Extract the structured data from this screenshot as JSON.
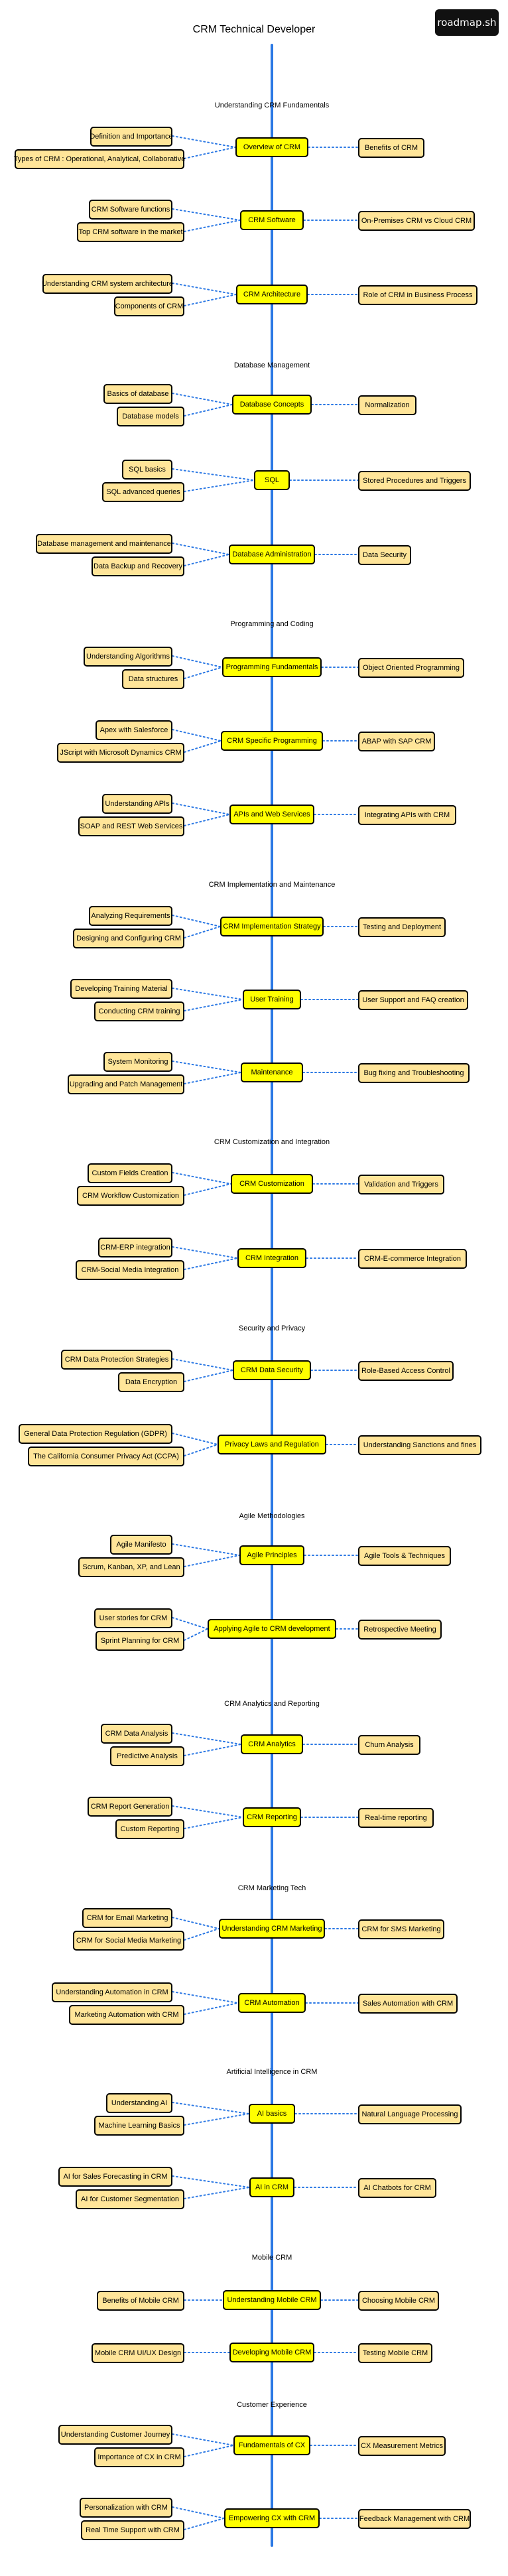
{
  "title": "CRM Technical Developer",
  "logo_text": "roadmap.sh",
  "colors": {
    "topic": "#ffff00",
    "subtopic": "#ffe599",
    "spine": "#2b78e4",
    "connector": "#2b78e4"
  },
  "sections": [
    "Understanding CRM Fundamentals",
    "Database Management",
    "Programming and Coding",
    "CRM Implementation and Maintenance",
    "CRM Customization and Integration",
    "Security and Privacy",
    "Agile Methodologies",
    "CRM Analytics and Reporting",
    "CRM Marketing Tech",
    "Artificial Intelligence in CRM",
    "Mobile CRM",
    "Customer Experience"
  ],
  "topics": [
    {
      "label": "Overview of CRM",
      "left": [
        "Definition and Importance",
        "Types of CRM : Operational, Analytical, Collaborative"
      ],
      "right": [
        "Benefits of CRM"
      ]
    },
    {
      "label": "CRM Software",
      "left": [
        "CRM Software functions",
        "Top CRM software in the market"
      ],
      "right": [
        "On-Premises CRM vs Cloud CRM"
      ]
    },
    {
      "label": "CRM Architecture",
      "left": [
        "Understanding CRM system architecture",
        "Components of CRM"
      ],
      "right": [
        "Role of CRM in Business Process"
      ]
    },
    {
      "label": "Database Concepts",
      "left": [
        "Basics of database",
        "Database models"
      ],
      "right": [
        "Normalization"
      ]
    },
    {
      "label": "SQL",
      "left": [
        "SQL basics",
        "SQL advanced queries"
      ],
      "right": [
        "Stored Procedures and Triggers"
      ]
    },
    {
      "label": "Database Administration",
      "left": [
        "Database management and maintenance",
        "Data Backup and Recovery"
      ],
      "right": [
        "Data Security"
      ]
    },
    {
      "label": "Programming Fundamentals",
      "left": [
        "Understanding Algorithms",
        "Data structures"
      ],
      "right": [
        "Object Oriented Programming"
      ]
    },
    {
      "label": "CRM Specific Programming",
      "left": [
        "Apex with Salesforce",
        "JScript with Microsoft Dynamics CRM"
      ],
      "right": [
        "ABAP with SAP CRM"
      ]
    },
    {
      "label": "APIs and Web Services",
      "left": [
        "Understanding APIs",
        "SOAP and REST Web Services"
      ],
      "right": [
        "Integrating APIs with CRM"
      ]
    },
    {
      "label": "CRM Implementation Strategy",
      "left": [
        "Analyzing Requirements",
        "Designing and Configuring CRM"
      ],
      "right": [
        "Testing and Deployment"
      ]
    },
    {
      "label": "User Training",
      "left": [
        "Developing Training Material",
        "Conducting CRM training"
      ],
      "right": [
        "User Support and FAQ creation"
      ]
    },
    {
      "label": "Maintenance",
      "left": [
        "System Monitoring",
        "Upgrading and Patch Management"
      ],
      "right": [
        "Bug fixing and Troubleshooting"
      ]
    },
    {
      "label": "CRM Customization",
      "left": [
        "Custom Fields Creation",
        "CRM Workflow Customization"
      ],
      "right": [
        "Validation and Triggers"
      ]
    },
    {
      "label": "CRM Integration",
      "left": [
        "CRM-ERP integration",
        "CRM-Social Media Integration"
      ],
      "right": [
        "CRM-E-commerce Integration"
      ]
    },
    {
      "label": "CRM Data Security",
      "left": [
        "CRM Data Protection Strategies",
        "Data Encryption"
      ],
      "right": [
        "Role-Based Access Control"
      ]
    },
    {
      "label": "Privacy Laws and Regulation",
      "left": [
        "General Data Protection Regulation (GDPR)",
        "The California Consumer Privacy Act (CCPA)"
      ],
      "right": [
        "Understanding Sanctions and fines"
      ]
    },
    {
      "label": "Agile Principles",
      "left": [
        "Agile Manifesto",
        "Scrum, Kanban, XP, and Lean"
      ],
      "right": [
        "Agile Tools & Techniques"
      ]
    },
    {
      "label": "Applying Agile to CRM development",
      "left": [
        "User stories for CRM",
        "Sprint Planning for CRM"
      ],
      "right": [
        "Retrospective Meeting"
      ]
    },
    {
      "label": "CRM Analytics",
      "left": [
        "CRM Data Analysis",
        "Predictive Analysis"
      ],
      "right": [
        "Churn Analysis"
      ]
    },
    {
      "label": "CRM Reporting",
      "left": [
        "CRM Report Generation",
        "Custom Reporting"
      ],
      "right": [
        "Real-time reporting"
      ]
    },
    {
      "label": "Understanding CRM Marketing",
      "left": [
        "CRM for Email Marketing",
        "CRM for Social Media Marketing"
      ],
      "right": [
        "CRM for SMS Marketing"
      ]
    },
    {
      "label": "CRM Automation",
      "left": [
        "Understanding Automation in CRM",
        "Marketing Automation with CRM"
      ],
      "right": [
        "Sales Automation with CRM"
      ]
    },
    {
      "label": "AI basics",
      "left": [
        "Understanding AI",
        "Machine Learning Basics"
      ],
      "right": [
        "Natural Language Processing"
      ]
    },
    {
      "label": "AI in CRM",
      "left": [
        "AI for Sales Forecasting in CRM",
        "AI for Customer Segmentation"
      ],
      "right": [
        "AI Chatbots for CRM"
      ]
    },
    {
      "label": "Understanding Mobile CRM",
      "left": [
        "Benefits of Mobile CRM"
      ],
      "right": [
        "Choosing Mobile CRM"
      ]
    },
    {
      "label": "Developing Mobile CRM",
      "left": [
        "Mobile CRM UI/UX Design"
      ],
      "right": [
        "Testing Mobile CRM"
      ]
    },
    {
      "label": "Fundamentals of CX",
      "left": [
        "Understanding Customer Journey",
        "Importance of CX in CRM"
      ],
      "right": [
        "CX Measurement Metrics"
      ]
    },
    {
      "label": "Empowering CX with CRM",
      "left": [
        "Personalization with CRM",
        "Real Time Support with CRM"
      ],
      "right": [
        "Feedback Management with CRM"
      ]
    }
  ]
}
